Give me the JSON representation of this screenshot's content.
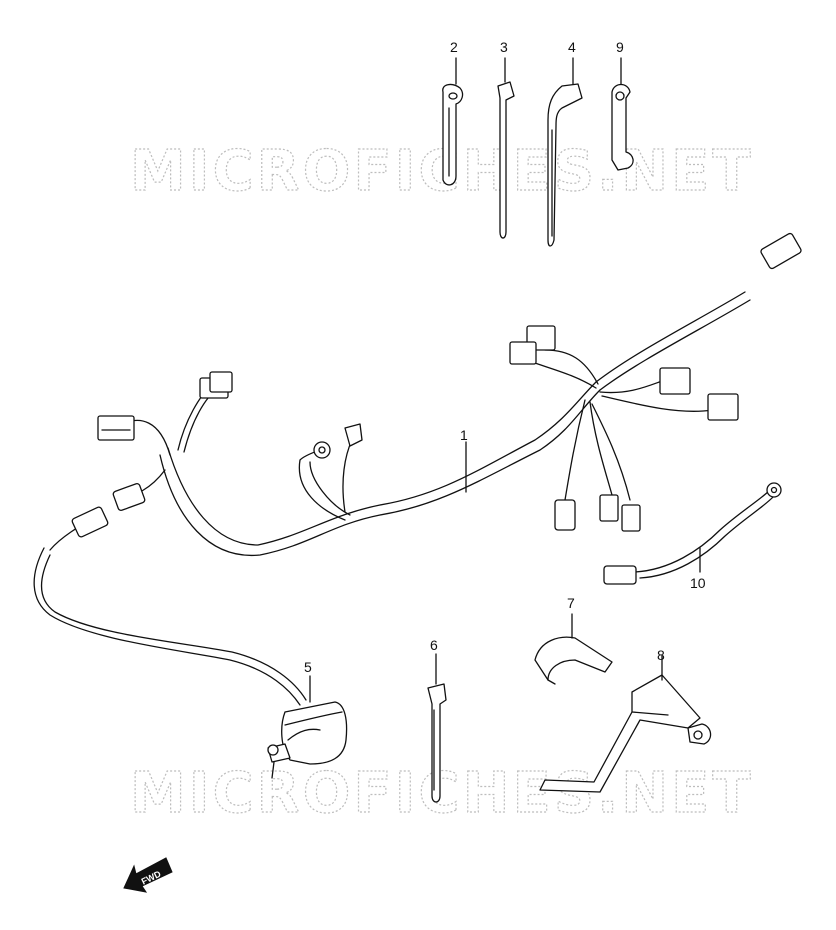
{
  "watermark": {
    "text": "MICROFICHES.NET"
  },
  "callouts": [
    {
      "id": "1",
      "label": "1"
    },
    {
      "id": "2",
      "label": "2"
    },
    {
      "id": "3",
      "label": "3"
    },
    {
      "id": "4",
      "label": "4"
    },
    {
      "id": "5",
      "label": "5"
    },
    {
      "id": "6",
      "label": "6"
    },
    {
      "id": "7",
      "label": "7"
    },
    {
      "id": "8",
      "label": "8"
    },
    {
      "id": "9",
      "label": "9"
    },
    {
      "id": "10",
      "label": "10"
    }
  ],
  "direction_marker": {
    "label": "FWD"
  }
}
